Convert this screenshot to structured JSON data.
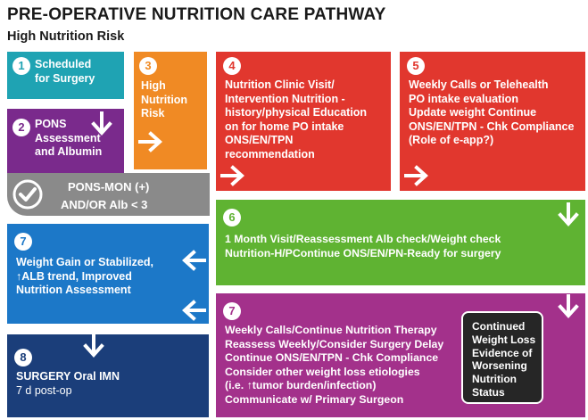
{
  "header": {
    "title": "PRE-OPERATIVE NUTRITION CARE PATHWAY",
    "subtitle": "High Nutrition Risk"
  },
  "steps": {
    "s1": {
      "number": "1",
      "lines": [
        "Scheduled",
        "for Surgery"
      ],
      "color": "#1fa3b3"
    },
    "s2": {
      "number": "2",
      "lines": [
        "PONS",
        "Assessment",
        "and Albumin"
      ],
      "color": "#7a2a8c"
    },
    "s3": {
      "number": "3",
      "lines": [
        "High",
        "Nutrition",
        "Risk"
      ],
      "color": "#f08a24"
    },
    "s4": {
      "number": "4",
      "lines": [
        "Nutrition Clinic Visit/",
        "Intervention Nutrition -",
        "history/physical Education",
        "on for home PO intake",
        "ONS/EN/TPN",
        "recommendation"
      ],
      "color": "#e1372e"
    },
    "s5": {
      "number": "5",
      "lines": [
        "Weekly Calls or Telehealth",
        "PO intake evaluation",
        "Update weight Continue",
        "ONS/EN/TPN - Chk Compliance",
        "(Role of e-app?)"
      ],
      "color": "#e1372e"
    },
    "mon": {
      "lines": [
        "PONS-MON (+)",
        "AND/OR Alb < 3"
      ],
      "icon": "checkmark-circle-icon",
      "color": "#8a8a8a"
    },
    "s6": {
      "number": "6",
      "lines": [
        "1 Month Visit/Reassessment Alb check/Weight check",
        "Nutrition-H/PContinue ONS/EN/PN-Ready for surgery"
      ],
      "color": "#5fb332"
    },
    "s7_left": {
      "number": "7",
      "lines": [
        "Weight Gain or Stabilized,",
        "↑ALB trend, Improved",
        "Nutrition Assessment"
      ],
      "color": "#1c78c8"
    },
    "s7_right": {
      "number": "7",
      "lines": [
        "Weekly Calls/Continue Nutrition Therapy",
        "Reassess Weekly/Consider Surgery Delay",
        "Continue ONS/EN/TPN - Chk Compliance",
        "Consider other weight loss etiologies",
        "(i.e. ↑tumor burden/infection)",
        "Communicate w/ Primary Surgeon"
      ],
      "color": "#a3318b"
    },
    "continued": {
      "lines": [
        "Continued",
        "Weight Loss",
        "Evidence of",
        "Worsening",
        "Nutrition",
        "Status"
      ]
    },
    "s8": {
      "number": "8",
      "lines": [
        "SURGERY Oral IMN",
        "7 d post-op"
      ],
      "color": "#1b3e7a"
    }
  }
}
